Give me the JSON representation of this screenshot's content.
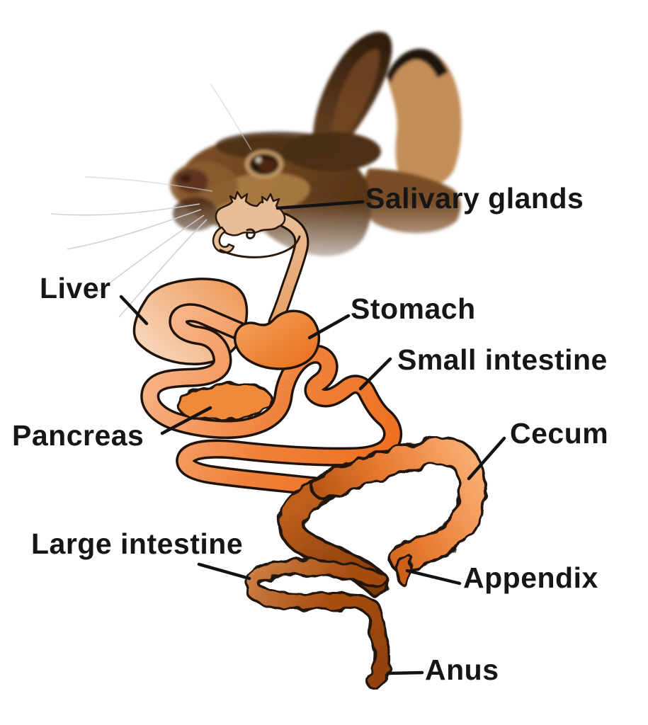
{
  "labels": {
    "salivary_glands": "Salivary glands",
    "liver": "Liver",
    "stomach": "Stomach",
    "small_intestine": "Small intestine",
    "pancreas": "Pancreas",
    "cecum": "Cecum",
    "large_intestine": "Large intestine",
    "appendix": "Appendix",
    "anus": "Anus"
  },
  "colors": {
    "background": "#ffffff",
    "label_text": "#161616",
    "leader_line": "#131313",
    "outline": "#20130a",
    "liver_gradient": [
      "#f8d8be",
      "#ee9c5e"
    ],
    "stomach_gradient": [
      "#f29d58",
      "#ea721f"
    ],
    "small_intestine_gradient": [
      "#f8b488",
      "#ec6c1a"
    ],
    "pancreas": "#f18a38",
    "cecum_gradient": [
      "#9e4509",
      "#f9ac72"
    ],
    "large_intestine_gradient": [
      "#ce8148",
      "#93420a"
    ],
    "esophagus_and_glands": "#e6be97",
    "rabbit_fur_dark": "#4a2f15",
    "rabbit_fur_mid": "#7b4f26",
    "rabbit_fur_light": "#c49b66"
  }
}
